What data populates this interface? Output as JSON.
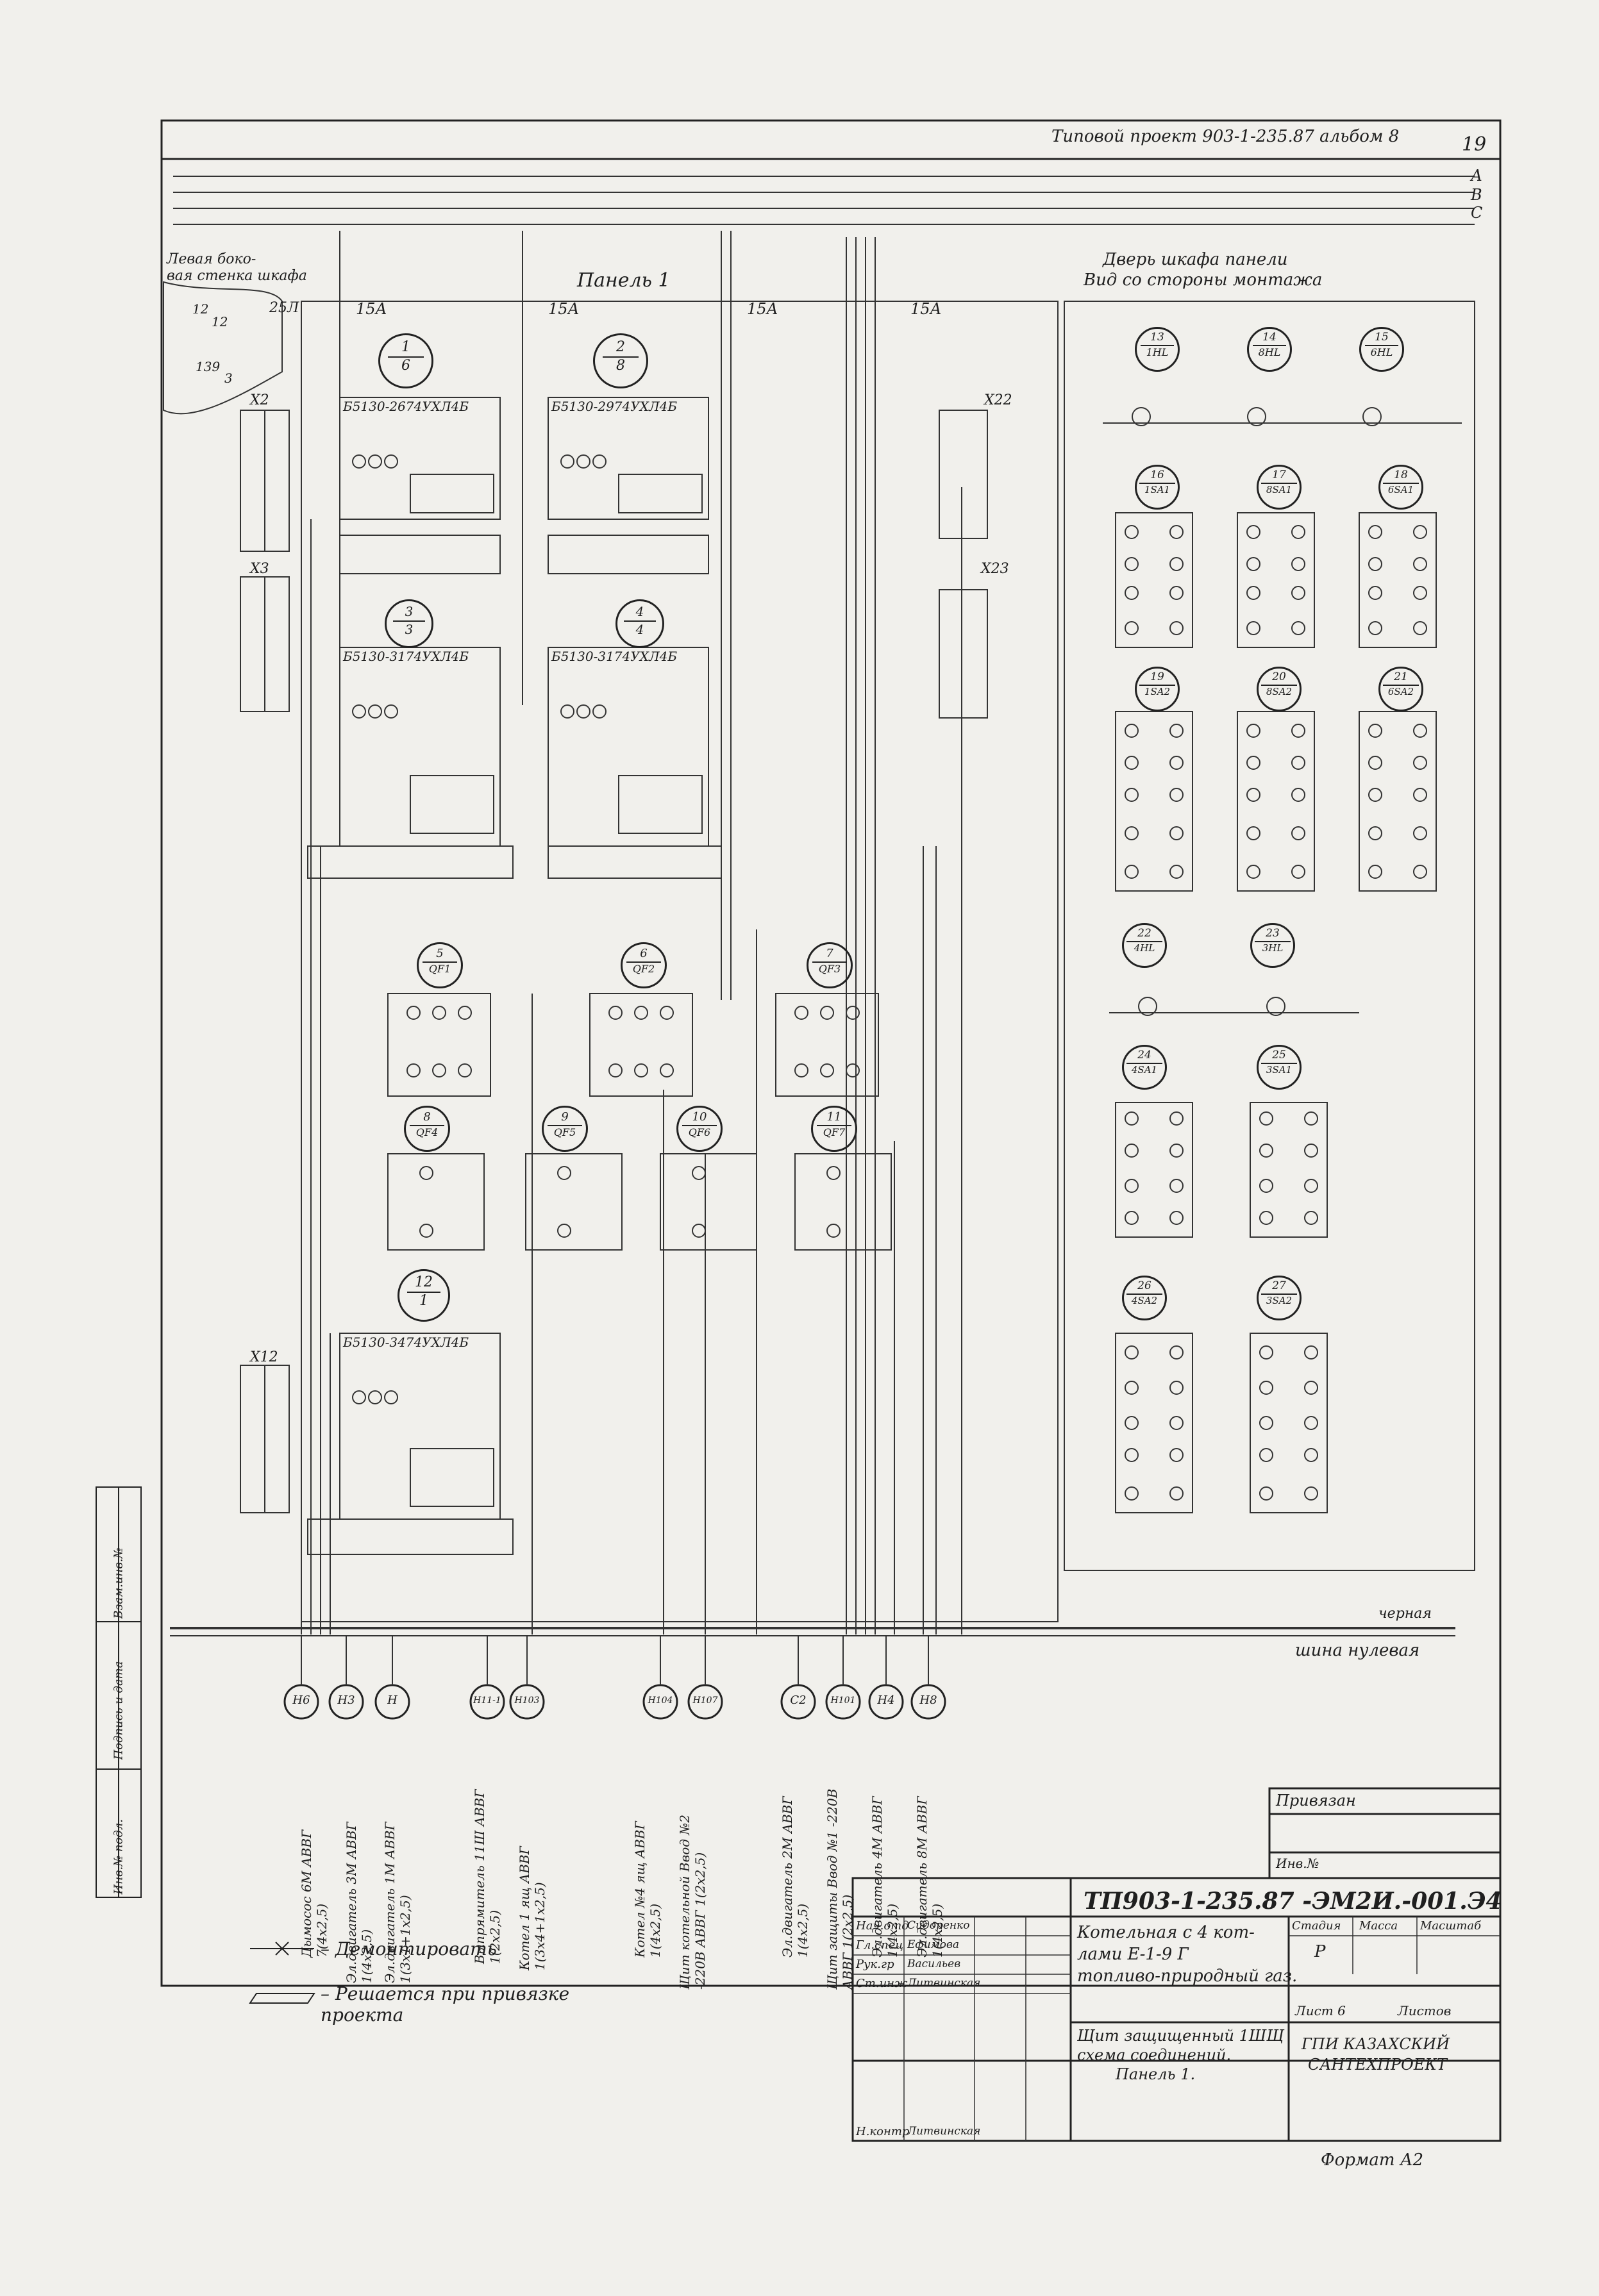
{
  "header": {
    "album_ref": "Типовой проект 903-1-235.87 альбом 8",
    "sheet": "19",
    "bus_labels": [
      "А",
      "В",
      "С"
    ]
  },
  "left_door": {
    "title_1": "Левая боко-",
    "title_2": "вая стенка шкафа",
    "labels": [
      "12",
      "12",
      "25Л",
      "139",
      "3"
    ]
  },
  "panel_label": "Панель 1",
  "right_door": {
    "title_1": "Дверь шкафа панели",
    "title_2": "Вид со стороны монтажа"
  },
  "cable_sections": [
    "15А",
    "15А",
    "15А",
    "15А"
  ],
  "blocks": [
    {
      "num": "1",
      "pos": "6",
      "type": "Б5130-2674УХЛ4Б"
    },
    {
      "num": "2",
      "pos": "8",
      "type": "Б5130-2974УХЛ4Б"
    },
    {
      "num": "3",
      "pos": "3",
      "type": "Б5130-3174УХЛ4Б"
    },
    {
      "num": "4",
      "pos": "4",
      "type": "Б5130-3174УХЛ4Б"
    },
    {
      "num": "12",
      "pos": "1",
      "type": "Б5130-3474УХЛ4Б"
    }
  ],
  "breakers": [
    {
      "num": "5",
      "pos": "QF1"
    },
    {
      "num": "6",
      "pos": "QF2"
    },
    {
      "num": "7",
      "pos": "QF3"
    },
    {
      "num": "8",
      "pos": "QF4"
    },
    {
      "num": "9",
      "pos": "QF5"
    },
    {
      "num": "10",
      "pos": "QF6"
    },
    {
      "num": "11",
      "pos": "QF7"
    }
  ],
  "door_devices": [
    {
      "num": "13",
      "pos": "1HL"
    },
    {
      "num": "14",
      "pos": "8HL"
    },
    {
      "num": "15",
      "pos": "6HL"
    },
    {
      "num": "16",
      "pos": "1SA1"
    },
    {
      "num": "17",
      "pos": "8SA1"
    },
    {
      "num": "18",
      "pos": "6SA1"
    },
    {
      "num": "19",
      "pos": "1SA2"
    },
    {
      "num": "20",
      "pos": "8SA2"
    },
    {
      "num": "21",
      "pos": "6SA2"
    },
    {
      "num": "22",
      "pos": "4HL"
    },
    {
      "num": "23",
      "pos": "3HL"
    },
    {
      "num": "24",
      "pos": "4SA1"
    },
    {
      "num": "25",
      "pos": "3SA1"
    },
    {
      "num": "26",
      "pos": "4SA2"
    },
    {
      "num": "27",
      "pos": "3SA2"
    }
  ],
  "terminals": {
    "x2": "X2",
    "x3": "X3",
    "x12": "X12",
    "x22": "X22",
    "x23": "X23"
  },
  "bus_bottom": {
    "black": "черная",
    "zero": "шина нулевая"
  },
  "cables": [
    {
      "tag": "Н6",
      "desc": "Дымосос 6М АВВГ 7(4х2,5)"
    },
    {
      "tag": "Н3",
      "desc": "Эл.двигатель 3М АВВГ 1(4х2,5)"
    },
    {
      "tag": "Н",
      "desc": "Эл.двигатель 1М АВВГ 1(3х1+1х2,5)"
    },
    {
      "tag": "Н11-1",
      "desc": "Выпрямитель 11Ш АВВГ 1(2х2,5)"
    },
    {
      "tag": "Н103",
      "desc": "Котел 1 ящ АВВГ 1(3х4+1х2,5)"
    },
    {
      "tag": "Н104",
      "desc": "Котел №4 ящ АВВГ 1(4х2,5)"
    },
    {
      "tag": "Н107",
      "desc": "Щит котельной Ввод №2 -220В АВВГ 1(2х2,5)"
    },
    {
      "tag": "С2",
      "desc": "Эл.двигатель 2М АВВГ 1(4х2,5)"
    },
    {
      "tag": "Н101",
      "desc": "Щит защиты Ввод №1 -220В АВВГ 1(2х2,5)"
    },
    {
      "tag": "Н4",
      "desc": "Эл.двигатель 4М АВВГ 1(4х2,5)"
    },
    {
      "tag": "Н8",
      "desc": "Эл.двигатель 8М АВВГ 1(4х2,5)"
    }
  ],
  "legend": [
    {
      "symbol": "—✕—",
      "text": "– Демонтировать"
    },
    {
      "symbol": "▱",
      "text": "– Решается при привязке проекта"
    }
  ],
  "title_block": {
    "doc_number": "ТП903-1-235.87 -ЭМ2И.-001.Э4",
    "title_1": "Котельная с 4 кот-",
    "title_2": "лами Е-1-9 Г",
    "title_3": "топливо-природный газ.",
    "sheet_title_1": "Щит защищенный 1ШЩ",
    "sheet_title_2": "схема соединений.",
    "sheet_title_3": "Панель 1.",
    "org_1": "ГПИ КАЗАХСКИЙ",
    "org_2": "САНТЕХПРОЕКТ",
    "stage_head": "Стадия",
    "mass_head": "Масса",
    "scale_head": "Масштаб",
    "stage": "Р",
    "sheet_head": "Лист 6",
    "sheets": "Листов",
    "roles": [
      "Нач.отд",
      "Гл.спец",
      "Рук.гр",
      "Ст.инж",
      "Н.контр"
    ],
    "names": [
      "Сидоренко",
      "Ефимова",
      "Васильев",
      "Литвинская",
      "Литвинская"
    ],
    "format": "Формат А2",
    "binding": "Привязан",
    "inv": "Инв.№"
  },
  "side_stamp": [
    "Инв.№ подл.",
    "Подпись и дата",
    "Взам.инв.№"
  ]
}
